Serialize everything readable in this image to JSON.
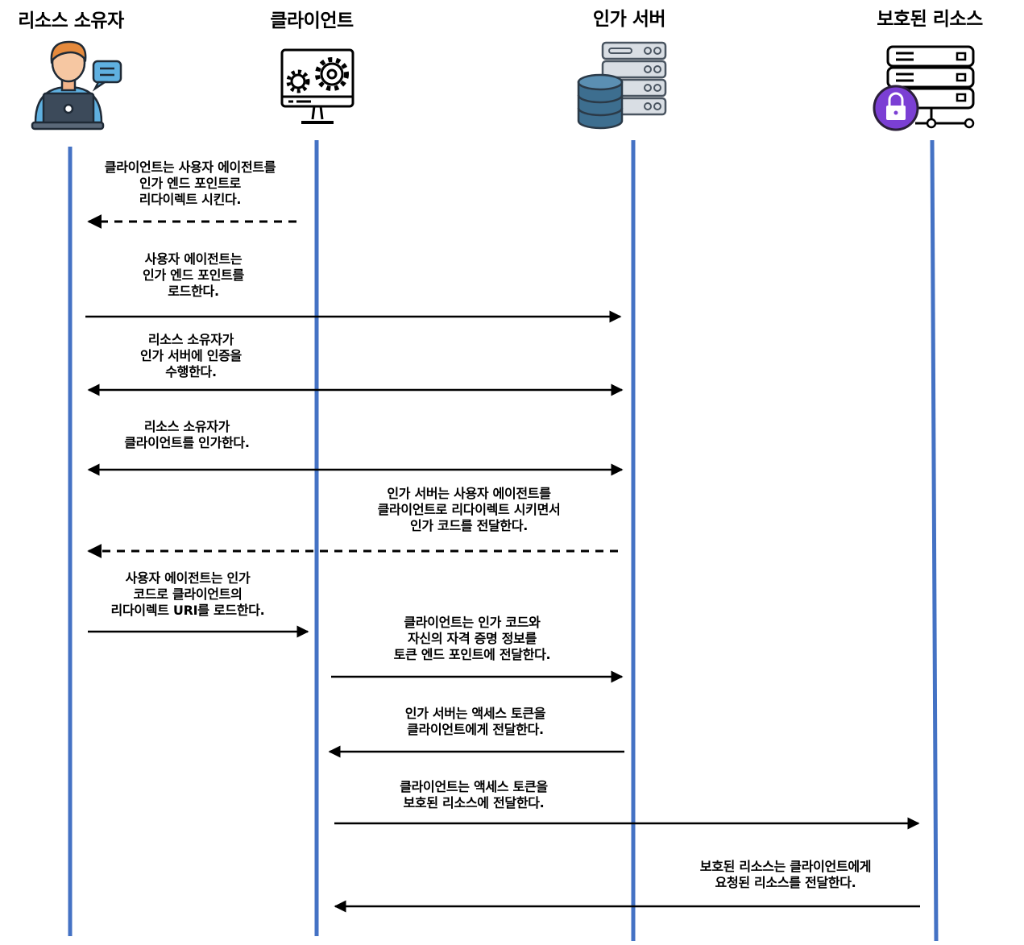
{
  "actors": [
    {
      "id": "resource-owner",
      "title": "리소스 소유자",
      "icon": "user-laptop-icon"
    },
    {
      "id": "client",
      "title": "클라이언트",
      "icon": "monitor-gears-icon"
    },
    {
      "id": "auth-server",
      "title": "인가 서버",
      "icon": "server-database-icon"
    },
    {
      "id": "protected-resource",
      "title": "보호된 리소스",
      "icon": "server-lock-icon"
    }
  ],
  "messages": [
    {
      "text": "클라이언트는 사용자 에이전트를\n인가 엔드 포인트로\n리다이렉트 시킨다.",
      "from": "client",
      "to": "resource-owner",
      "style": "dashed"
    },
    {
      "text": "사용자 에이전트는\n인가 엔드 포인트를\n로드한다.",
      "from": "resource-owner",
      "to": "auth-server",
      "style": "solid"
    },
    {
      "text": "리소스 소유자가\n인가 서버에 인증을\n수행한다.",
      "from": "resource-owner",
      "to": "auth-server",
      "style": "solid-both"
    },
    {
      "text": "리소스 소유자가\n클라이언트를 인가한다.",
      "from": "resource-owner",
      "to": "auth-server",
      "style": "solid-both"
    },
    {
      "text": "인가 서버는 사용자 에이전트를\n클라이언트로 리다이렉트 시키면서\n인가 코드를 전달한다.",
      "from": "auth-server",
      "to": "resource-owner",
      "style": "dashed"
    },
    {
      "text": "사용자 에이전트는 인가\n코드로 클라이언트의\n리다이렉트 URI를 로드한다.",
      "from": "resource-owner",
      "to": "client",
      "style": "solid"
    },
    {
      "text": "클라이언트는 인가 코드와\n자신의 자격 증명 정보를\n토큰 엔드 포인트에 전달한다.",
      "from": "client",
      "to": "auth-server",
      "style": "solid"
    },
    {
      "text": "인가 서버는 액세스 토큰을\n클라이언트에게 전달한다.",
      "from": "auth-server",
      "to": "client",
      "style": "solid"
    },
    {
      "text": "클라이언트는 액세스 토큰을\n보호된 리소스에 전달한다.",
      "from": "client",
      "to": "protected-resource",
      "style": "solid"
    },
    {
      "text": "보호된 리소스는 클라이언트에게\n요청된 리소스를 전달한다.",
      "from": "protected-resource",
      "to": "client",
      "style": "solid"
    }
  ],
  "colors": {
    "lifeline": "#4472C4",
    "arrow": "#000000",
    "lock_badge": "#7B3FD4",
    "db_blue": "#3D6E8F"
  }
}
